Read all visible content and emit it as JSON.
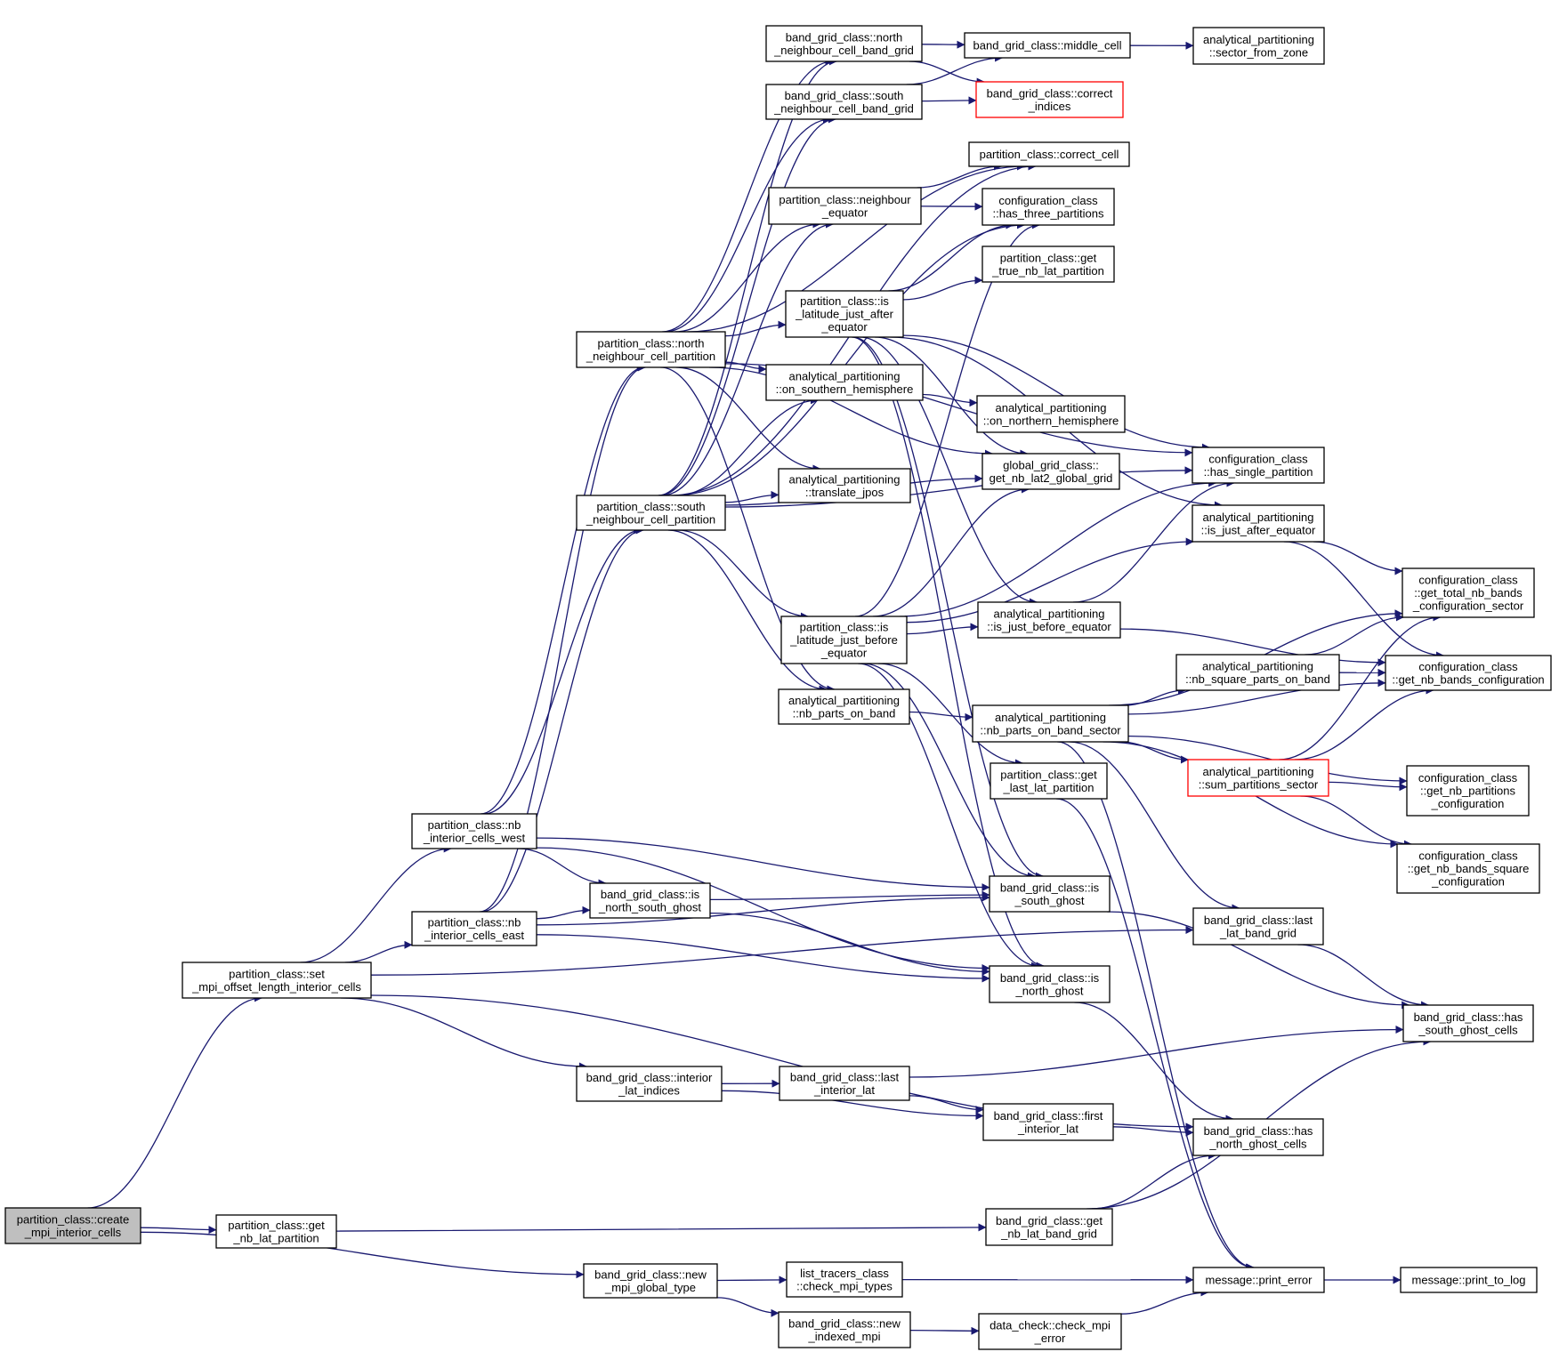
{
  "diagram": {
    "type": "call-graph",
    "colors": {
      "edge": "#191970",
      "node_border": "#000000",
      "node_border_red": "#ff0000",
      "root_fill": "#bfbfbf",
      "background": "#ffffff"
    },
    "nodes": [
      {
        "id": "create_mpi",
        "lines": [
          "partition_class::create",
          "_mpi_interior_cells"
        ],
        "style": "root"
      },
      {
        "id": "set_mpi",
        "lines": [
          "partition_class::set",
          "_mpi_offset_length_interior_cells"
        ]
      },
      {
        "id": "get_nb_lat_partition",
        "lines": [
          "partition_class::get",
          "_nb_lat_partition"
        ]
      },
      {
        "id": "new_mpi_global",
        "lines": [
          "band_grid_class::new",
          "_mpi_global_type"
        ]
      },
      {
        "id": "nb_west",
        "lines": [
          "partition_class::nb",
          "_interior_cells_west"
        ]
      },
      {
        "id": "nb_east",
        "lines": [
          "partition_class::nb",
          "_interior_cells_east"
        ]
      },
      {
        "id": "north_partition",
        "lines": [
          "partition_class::north",
          "_neighbour_cell_partition"
        ]
      },
      {
        "id": "south_partition",
        "lines": [
          "partition_class::south",
          "_neighbour_cell_partition"
        ]
      },
      {
        "id": "is_ns_ghost",
        "lines": [
          "band_grid_class::is",
          "_north_south_ghost"
        ]
      },
      {
        "id": "interior_lat_indices",
        "lines": [
          "band_grid_class::interior",
          "_lat_indices"
        ]
      },
      {
        "id": "check_mpi_types",
        "lines": [
          "list_tracers_class",
          "::check_mpi_types"
        ]
      },
      {
        "id": "new_indexed_mpi",
        "lines": [
          "band_grid_class::new",
          "_indexed_mpi"
        ]
      },
      {
        "id": "north_band_grid",
        "lines": [
          "band_grid_class::north",
          "_neighbour_cell_band_grid"
        ]
      },
      {
        "id": "south_band_grid",
        "lines": [
          "band_grid_class::south",
          "_neighbour_cell_band_grid"
        ]
      },
      {
        "id": "neighbour_equator",
        "lines": [
          "partition_class::neighbour",
          "_equator"
        ]
      },
      {
        "id": "is_lat_after",
        "lines": [
          "partition_class::is",
          "_latitude_just_after",
          "_equator"
        ]
      },
      {
        "id": "on_southern",
        "lines": [
          "analytical_partitioning",
          "::on_southern_hemisphere"
        ]
      },
      {
        "id": "translate_jpos",
        "lines": [
          "analytical_partitioning",
          "::translate_jpos"
        ]
      },
      {
        "id": "is_lat_before",
        "lines": [
          "partition_class::is",
          "_latitude_just_before",
          "_equator"
        ]
      },
      {
        "id": "nb_parts_on_band",
        "lines": [
          "analytical_partitioning",
          "::nb_parts_on_band"
        ]
      },
      {
        "id": "last_interior_lat",
        "lines": [
          "band_grid_class::last",
          "_interior_lat"
        ]
      },
      {
        "id": "middle_cell",
        "lines": [
          "band_grid_class::middle_cell"
        ]
      },
      {
        "id": "correct_indices",
        "lines": [
          "band_grid_class::correct",
          "_indices"
        ],
        "style": "red"
      },
      {
        "id": "correct_cell",
        "lines": [
          "partition_class::correct_cell"
        ]
      },
      {
        "id": "has_three",
        "lines": [
          "configuration_class",
          "::has_three_partitions"
        ]
      },
      {
        "id": "get_true_nb_lat",
        "lines": [
          "partition_class::get",
          "_true_nb_lat_partition"
        ]
      },
      {
        "id": "on_northern",
        "lines": [
          "analytical_partitioning",
          "::on_northern_hemisphere"
        ]
      },
      {
        "id": "get_nb_lat2",
        "lines": [
          "global_grid_class::",
          "get_nb_lat2_global_grid"
        ]
      },
      {
        "id": "is_just_before",
        "lines": [
          "analytical_partitioning",
          "::is_just_before_equator"
        ]
      },
      {
        "id": "nb_parts_sector",
        "lines": [
          "analytical_partitioning",
          "::nb_parts_on_band_sector"
        ]
      },
      {
        "id": "get_last_lat",
        "lines": [
          "partition_class::get",
          "_last_lat_partition"
        ]
      },
      {
        "id": "is_south_ghost",
        "lines": [
          "band_grid_class::is",
          "_south_ghost"
        ]
      },
      {
        "id": "is_north_ghost",
        "lines": [
          "band_grid_class::is",
          "_north_ghost"
        ]
      },
      {
        "id": "first_interior_lat",
        "lines": [
          "band_grid_class::first",
          "_interior_lat"
        ]
      },
      {
        "id": "get_nb_lat_band",
        "lines": [
          "band_grid_class::get",
          "_nb_lat_band_grid"
        ]
      },
      {
        "id": "check_mpi_error",
        "lines": [
          "data_check::check_mpi",
          "_error"
        ]
      },
      {
        "id": "sector_from_zone",
        "lines": [
          "analytical_partitioning",
          "::sector_from_zone"
        ]
      },
      {
        "id": "has_single",
        "lines": [
          "configuration_class",
          "::has_single_partition"
        ]
      },
      {
        "id": "is_just_after",
        "lines": [
          "analytical_partitioning",
          "::is_just_after_equator"
        ]
      },
      {
        "id": "nb_square_parts",
        "lines": [
          "analytical_partitioning",
          "::nb_square_parts_on_band"
        ]
      },
      {
        "id": "sum_partitions",
        "lines": [
          "analytical_partitioning",
          "::sum_partitions_sector"
        ],
        "style": "red"
      },
      {
        "id": "last_lat_band",
        "lines": [
          "band_grid_class::last",
          "_lat_band_grid"
        ]
      },
      {
        "id": "has_north_ghost_cells",
        "lines": [
          "band_grid_class::has",
          "_north_ghost_cells"
        ]
      },
      {
        "id": "print_error",
        "lines": [
          "message::print_error"
        ]
      },
      {
        "id": "get_total_nb_bands",
        "lines": [
          "configuration_class",
          "::get_total_nb_bands",
          "_configuration_sector"
        ]
      },
      {
        "id": "get_nb_bands_config",
        "lines": [
          "configuration_class",
          "::get_nb_bands_configuration"
        ]
      },
      {
        "id": "get_nb_partitions",
        "lines": [
          "configuration_class",
          "::get_nb_partitions",
          "_configuration"
        ]
      },
      {
        "id": "get_nb_bands_square",
        "lines": [
          "configuration_class",
          "::get_nb_bands_square",
          "_configuration"
        ]
      },
      {
        "id": "has_south_ghost_cells",
        "lines": [
          "band_grid_class::has",
          "_south_ghost_cells"
        ]
      },
      {
        "id": "print_to_log",
        "lines": [
          "message::print_to_log"
        ]
      }
    ],
    "edges": [
      [
        "create_mpi",
        "set_mpi"
      ],
      [
        "create_mpi",
        "get_nb_lat_partition"
      ],
      [
        "create_mpi",
        "new_mpi_global"
      ],
      [
        "set_mpi",
        "nb_west"
      ],
      [
        "set_mpi",
        "nb_east"
      ],
      [
        "set_mpi",
        "interior_lat_indices"
      ],
      [
        "set_mpi",
        "last_lat_band"
      ],
      [
        "set_mpi",
        "has_north_ghost_cells"
      ],
      [
        "get_nb_lat_partition",
        "get_nb_lat_band"
      ],
      [
        "new_mpi_global",
        "check_mpi_types"
      ],
      [
        "new_mpi_global",
        "new_indexed_mpi"
      ],
      [
        "nb_west",
        "north_partition"
      ],
      [
        "nb_west",
        "south_partition"
      ],
      [
        "nb_west",
        "is_ns_ghost"
      ],
      [
        "nb_west",
        "is_south_ghost"
      ],
      [
        "nb_west",
        "is_north_ghost"
      ],
      [
        "nb_east",
        "north_partition"
      ],
      [
        "nb_east",
        "south_partition"
      ],
      [
        "nb_east",
        "is_ns_ghost"
      ],
      [
        "nb_east",
        "is_south_ghost"
      ],
      [
        "nb_east",
        "is_north_ghost"
      ],
      [
        "north_partition",
        "north_band_grid"
      ],
      [
        "north_partition",
        "south_band_grid"
      ],
      [
        "north_partition",
        "neighbour_equator"
      ],
      [
        "north_partition",
        "is_lat_after"
      ],
      [
        "north_partition",
        "on_southern"
      ],
      [
        "north_partition",
        "translate_jpos"
      ],
      [
        "north_partition",
        "get_nb_lat2"
      ],
      [
        "north_partition",
        "nb_parts_on_band"
      ],
      [
        "north_partition",
        "has_single"
      ],
      [
        "north_partition",
        "correct_cell"
      ],
      [
        "south_partition",
        "north_band_grid"
      ],
      [
        "south_partition",
        "south_band_grid"
      ],
      [
        "south_partition",
        "neighbour_equator"
      ],
      [
        "south_partition",
        "on_southern"
      ],
      [
        "south_partition",
        "translate_jpos"
      ],
      [
        "south_partition",
        "is_lat_before"
      ],
      [
        "south_partition",
        "nb_parts_on_band"
      ],
      [
        "south_partition",
        "get_nb_lat2"
      ],
      [
        "south_partition",
        "has_single"
      ],
      [
        "south_partition",
        "correct_cell"
      ],
      [
        "south_partition",
        "has_three"
      ],
      [
        "is_ns_ghost",
        "is_south_ghost"
      ],
      [
        "is_ns_ghost",
        "is_north_ghost"
      ],
      [
        "interior_lat_indices",
        "last_interior_lat"
      ],
      [
        "interior_lat_indices",
        "first_interior_lat"
      ],
      [
        "check_mpi_types",
        "print_error"
      ],
      [
        "new_indexed_mpi",
        "check_mpi_error"
      ],
      [
        "north_band_grid",
        "middle_cell"
      ],
      [
        "north_band_grid",
        "correct_indices"
      ],
      [
        "south_band_grid",
        "correct_indices"
      ],
      [
        "south_band_grid",
        "middle_cell"
      ],
      [
        "neighbour_equator",
        "correct_cell"
      ],
      [
        "neighbour_equator",
        "has_three"
      ],
      [
        "is_lat_after",
        "has_three"
      ],
      [
        "is_lat_after",
        "get_true_nb_lat"
      ],
      [
        "is_lat_after",
        "has_single"
      ],
      [
        "is_lat_after",
        "is_just_after"
      ],
      [
        "is_lat_after",
        "is_just_before"
      ],
      [
        "is_lat_after",
        "get_nb_lat2"
      ],
      [
        "is_lat_after",
        "is_south_ghost"
      ],
      [
        "is_lat_after",
        "is_north_ghost"
      ],
      [
        "on_southern",
        "on_northern"
      ],
      [
        "is_lat_before",
        "is_just_before"
      ],
      [
        "is_lat_before",
        "get_nb_lat2"
      ],
      [
        "is_lat_before",
        "has_single"
      ],
      [
        "is_lat_before",
        "is_just_after"
      ],
      [
        "is_lat_before",
        "has_three"
      ],
      [
        "is_lat_before",
        "get_last_lat"
      ],
      [
        "is_lat_before",
        "is_south_ghost"
      ],
      [
        "is_lat_before",
        "is_north_ghost"
      ],
      [
        "nb_parts_on_band",
        "nb_parts_sector"
      ],
      [
        "last_interior_lat",
        "first_interior_lat"
      ],
      [
        "last_interior_lat",
        "has_south_ghost_cells"
      ],
      [
        "middle_cell",
        "sector_from_zone"
      ],
      [
        "is_just_before",
        "has_single"
      ],
      [
        "is_just_before",
        "get_nb_bands_config"
      ],
      [
        "nb_parts_sector",
        "nb_square_parts"
      ],
      [
        "nb_parts_sector",
        "sum_partitions"
      ],
      [
        "nb_parts_sector",
        "get_total_nb_bands"
      ],
      [
        "nb_parts_sector",
        "get_nb_bands_config"
      ],
      [
        "nb_parts_sector",
        "get_nb_partitions"
      ],
      [
        "nb_parts_sector",
        "get_nb_bands_square"
      ],
      [
        "nb_parts_sector",
        "last_lat_band"
      ],
      [
        "nb_parts_sector",
        "print_error"
      ],
      [
        "get_last_lat",
        "print_error"
      ],
      [
        "is_south_ghost",
        "has_south_ghost_cells"
      ],
      [
        "is_north_ghost",
        "has_north_ghost_cells"
      ],
      [
        "first_interior_lat",
        "has_north_ghost_cells"
      ],
      [
        "get_nb_lat_band",
        "has_north_ghost_cells"
      ],
      [
        "get_nb_lat_band",
        "has_south_ghost_cells"
      ],
      [
        "check_mpi_error",
        "print_error"
      ],
      [
        "is_just_after",
        "get_total_nb_bands"
      ],
      [
        "is_just_after",
        "get_nb_bands_config"
      ],
      [
        "nb_square_parts",
        "get_total_nb_bands"
      ],
      [
        "nb_square_parts",
        "get_nb_bands_config"
      ],
      [
        "sum_partitions",
        "get_nb_partitions"
      ],
      [
        "sum_partitions",
        "get_nb_bands_square"
      ],
      [
        "sum_partitions",
        "get_total_nb_bands"
      ],
      [
        "sum_partitions",
        "get_nb_bands_config"
      ],
      [
        "last_lat_band",
        "has_south_ghost_cells"
      ],
      [
        "print_error",
        "print_to_log"
      ]
    ]
  }
}
